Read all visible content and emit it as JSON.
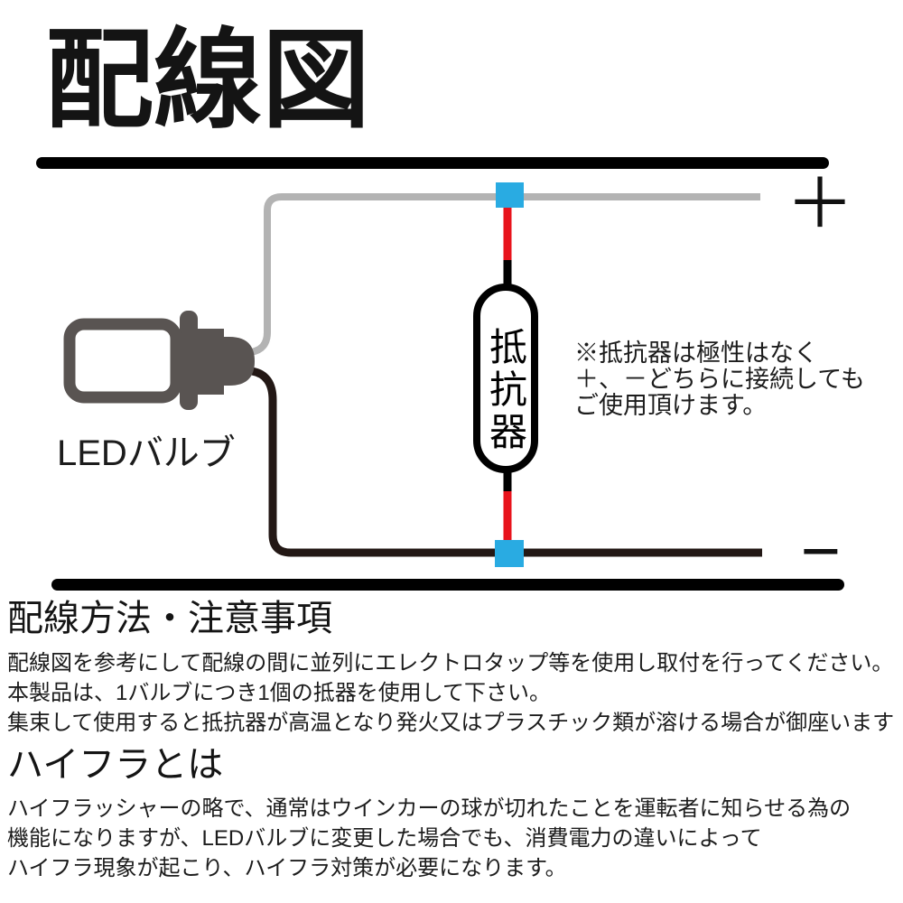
{
  "title": "配線図",
  "diagram": {
    "plus_label": "＋",
    "minus_label": "−",
    "resistor_label": "抵抗器",
    "led_bulb_label": "LEDバルブ",
    "note": "※抵抗器は極性はなく\n＋、－どちらに接続しても\nご使用頂けます。",
    "colors": {
      "border_rule": "#000000",
      "wire_positive": "#b3b3b3",
      "wire_negative": "#231815",
      "resistor_lead": "#e8131c",
      "resistor_stub": "#000000",
      "resistor_outline": "#000000",
      "electro_tap": "#29abe2",
      "bulb_gray": "#595452"
    }
  },
  "sections": [
    {
      "heading": "配線方法・注意事項",
      "body": "配線図を参考にして配線の間に並列にエレクトロタップ等を使用し取付を行ってください。\n本製品は、1バルブにつき1個の抵器を使用して下さい。\n集束して使用すると抵抗器が高温となり発火又はプラスチック類が溶ける場合が御座います"
    },
    {
      "heading": "ハイフラとは",
      "body": "ハイフラッシャーの略で、通常はウインカーの球が切れたことを運転者に知らせる為の\n機能になりますが、LEDバルブに変更した場合でも、消費電力の違いによって\nハイフラ現象が起こり、ハイフラ対策が必要になります。"
    }
  ]
}
